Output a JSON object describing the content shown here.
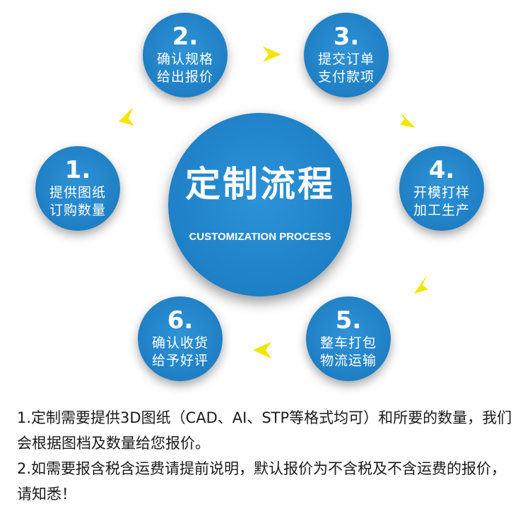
{
  "center": {
    "title": "定制流程",
    "subtitle": "CUSTOMIZATION PROCESS"
  },
  "steps": [
    {
      "num": "1.",
      "line1": "提供图纸",
      "line2": "订购数量"
    },
    {
      "num": "2.",
      "line1": "确认规格",
      "line2": "给出报价"
    },
    {
      "num": "3.",
      "line1": "提交订单",
      "line2": "支付款项"
    },
    {
      "num": "4.",
      "line1": "开模打样",
      "line2": "加工生产"
    },
    {
      "num": "5.",
      "line1": "整车打包",
      "line2": "物流运输"
    },
    {
      "num": "6.",
      "line1": "确认收货",
      "line2": "给予好评"
    }
  ],
  "notes": [
    "1.定制需要提供3D图纸（CAD、AI、STP等格式均可）和所要的数量，我们会根据图档及数量给您报价。",
    "2.如需要报含税含运费请提前说明，默认报价为不含税及不含运费的报价，请知悉！"
  ],
  "colors": {
    "circle": "#1f7fc4",
    "arrow": "#f2e600",
    "text": "#1a1a1a"
  }
}
